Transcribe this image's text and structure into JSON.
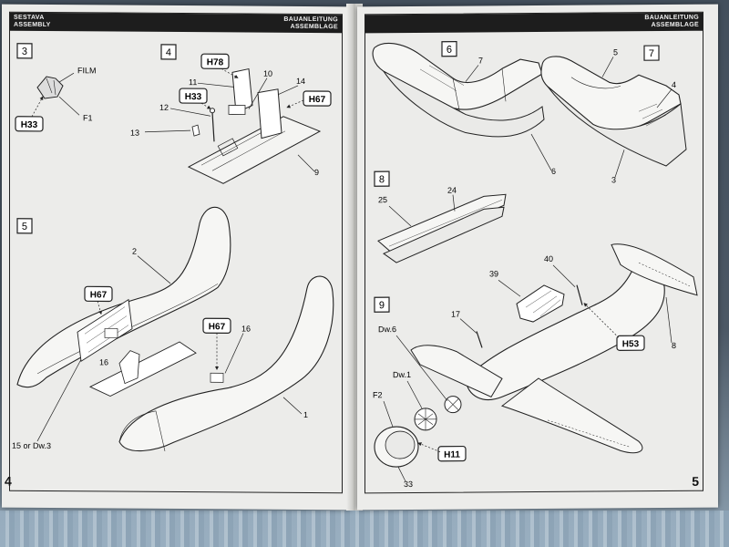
{
  "left_page": {
    "header_left": [
      "SESTAVA",
      "ASSEMBLY"
    ],
    "header_right": [
      "BAUANLEITUNG",
      "ASSEMBLAGE"
    ],
    "page_number": "4",
    "steps": [
      {
        "number": "3",
        "labels": [
          "FILM",
          "F1"
        ],
        "callouts": [
          "H33"
        ]
      },
      {
        "number": "4",
        "labels": [
          "11",
          "10",
          "12",
          "14",
          "13",
          "9"
        ],
        "callouts": [
          "H78",
          "H33",
          "H67"
        ]
      },
      {
        "number": "5",
        "labels": [
          "2",
          "16",
          "16",
          "15 or Dw.3",
          "1"
        ],
        "callouts": [
          "H67",
          "H67"
        ]
      }
    ]
  },
  "right_page": {
    "header_right": [
      "BAUANLEITUNG",
      "ASSEMBLAGE"
    ],
    "page_number": "5",
    "steps": [
      {
        "number": "6",
        "labels": [
          "7",
          "6"
        ],
        "callouts": []
      },
      {
        "number": "7",
        "labels": [
          "5",
          "4",
          "3"
        ],
        "callouts": []
      },
      {
        "number": "8",
        "labels": [
          "24",
          "25"
        ],
        "callouts": []
      },
      {
        "number": "9",
        "labels": [
          "40",
          "39",
          "17",
          "Dw.6",
          "Dw.1",
          "F2",
          "33",
          "8"
        ],
        "callouts": [
          "H53",
          "H11"
        ]
      }
    ]
  }
}
